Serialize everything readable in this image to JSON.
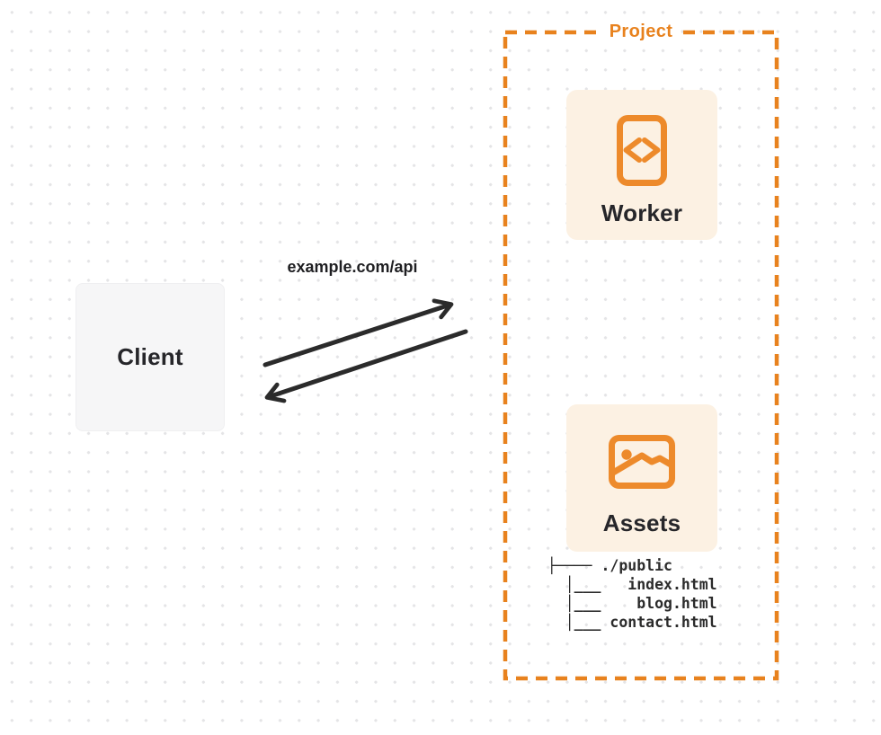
{
  "client": {
    "label": "Client"
  },
  "request": {
    "url": "example.com/api"
  },
  "project": {
    "label": "Project",
    "worker": {
      "label": "Worker",
      "icon": "code-file-icon"
    },
    "assets": {
      "label": "Assets",
      "icon": "image-icon"
    },
    "file_tree": {
      "root": "./public",
      "files": [
        "index.html",
        "blog.html",
        "contact.html"
      ],
      "lines": [
        "  ├──── ./public",
        "    │___   index.html",
        "    │___    blog.html",
        "    │___ contact.html"
      ]
    }
  },
  "colors": {
    "accent": "#E8821E",
    "card_bg": "#FCF1E3",
    "client_bg": "#F6F6F7",
    "arrow": "#2B2B2B",
    "text": "#26262A",
    "grid_dot": "#E4E4E6"
  }
}
